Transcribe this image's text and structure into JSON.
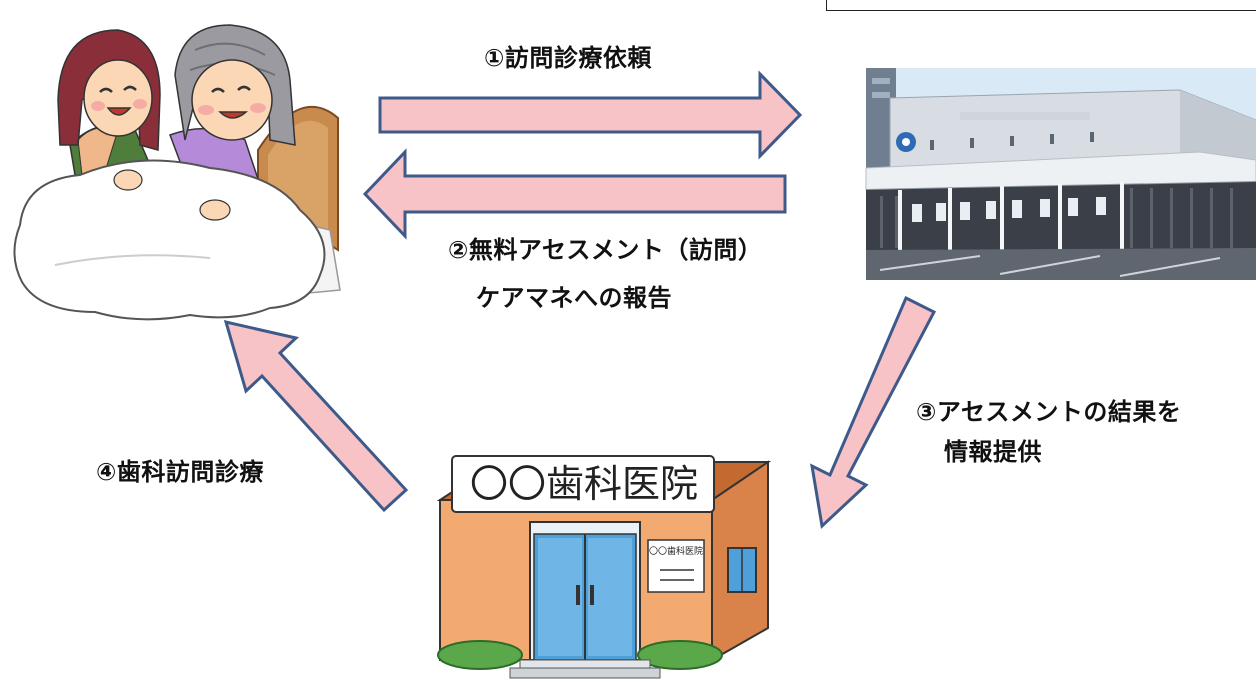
{
  "steps": {
    "step1": "①訪問診療依頼",
    "step2_line1": "②無料アセスメント（訪問）",
    "step2_line2": "ケアマネへの報告",
    "step3_line1": "③アセスメントの結果を",
    "step3_line2": "情報提供",
    "step4": "④歯科訪問診療"
  },
  "clinic": {
    "sign": "〇〇歯科医院",
    "door_plate": "〇〇歯科医院"
  },
  "colors": {
    "arrow_fill": "#f7c3c6",
    "arrow_stroke": "#3e5a8a",
    "clinic_wall": "#e8a672",
    "clinic_roof": "#d97a3e",
    "door_glass": "#4f9fd8"
  }
}
